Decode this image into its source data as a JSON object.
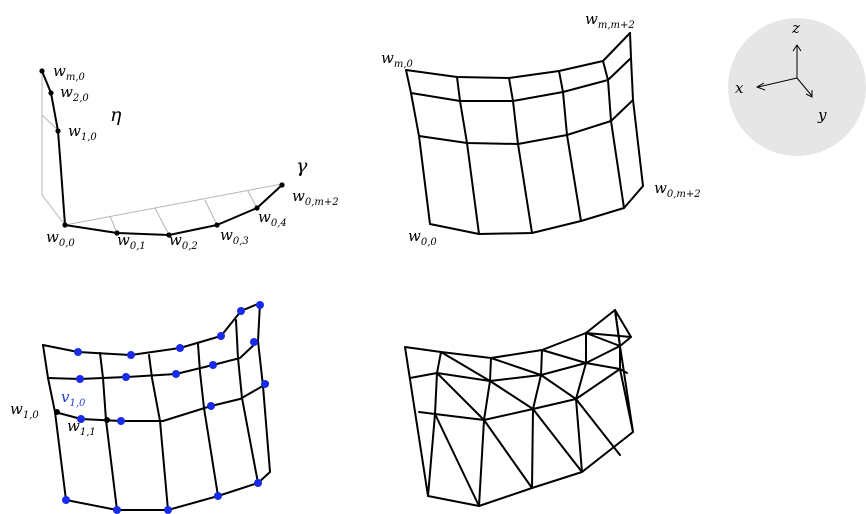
{
  "panel_a": {
    "wm0_base": "w",
    "wm0_sub": "m,0",
    "w20_base": "w",
    "w20_sub": "2,0",
    "w10_base": "w",
    "w10_sub": "1,0",
    "w00_base": "w",
    "w00_sub": "0,0",
    "w01_base": "w",
    "w01_sub": "0,1",
    "w02_base": "w",
    "w02_sub": "0,2",
    "w03_base": "w",
    "w03_sub": "0,3",
    "w04_base": "w",
    "w04_sub": "0,4",
    "w0m2_base": "w",
    "w0m2_sub": "0,m+2",
    "eta": "η",
    "gamma": "γ"
  },
  "panel_b": {
    "wmm2_base": "w",
    "wmm2_sub": "m,m+2",
    "wm0_base": "w",
    "wm0_sub": "m,0",
    "w0m2_base": "w",
    "w0m2_sub": "0,m+2",
    "w00_base": "w",
    "w00_sub": "0,0"
  },
  "axes": {
    "z": "z",
    "x": "x",
    "y": "y",
    "circle_color": "#e6e6e6"
  },
  "panel_c": {
    "w10_base": "w",
    "w10_sub": "1,0",
    "v10_base": "v",
    "v10_sub": "1,0",
    "w11_base": "w",
    "w11_sub": "1,1",
    "dot_color": "#1a2be8"
  }
}
